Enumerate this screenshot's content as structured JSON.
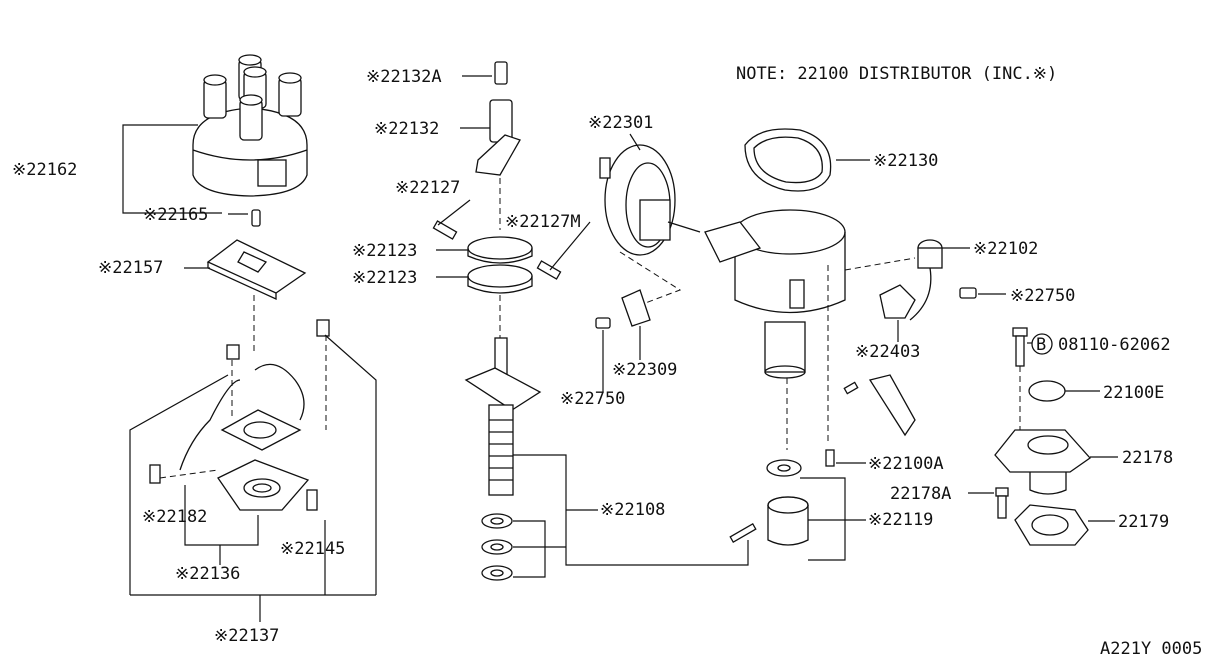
{
  "note": "NOTE: 22100 DISTRIBUTOR (INC.※)",
  "drawing_code": "A221Y 0005",
  "labels": {
    "p22162": "※22162",
    "p22165": "※22165",
    "p22157": "※22157",
    "p22132A": "※22132A",
    "p22132": "※22132",
    "p22127": "※22127",
    "p22127M": "※22127M",
    "p22123a": "※22123",
    "p22123b": "※22123",
    "p22301": "※22301",
    "p22130": "※22130",
    "p22102": "※22102",
    "p22750a": "※22750",
    "p22750b": "※22750",
    "p22309": "※22309",
    "p22403": "※22403",
    "p08110": "08110-62062",
    "p08110_marker": "B",
    "p22100E": "22100E",
    "p22178": "22178",
    "p22178A": "22178A",
    "p22179": "22179",
    "p22100A": "※22100A",
    "p22119": "※22119",
    "p22108": "※22108",
    "p22182": "※22182",
    "p22145": "※22145",
    "p22136": "※22136",
    "p22137": "※22137"
  }
}
